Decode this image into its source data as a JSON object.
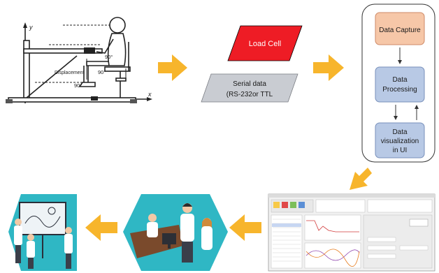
{
  "rig": {
    "y_axis": "y",
    "x_axis": "x",
    "displacement": "Displacement",
    "angle_knee_top": "90°",
    "angle_knee_mid": "90°",
    "angle_ankle": "90°"
  },
  "load_cell": {
    "label": "Load Cell",
    "fill": "#ee1c25"
  },
  "serial": {
    "line1": "Serial data",
    "line2": "(RS-232or TTL",
    "fill": "#c9ccd2"
  },
  "pipeline": {
    "capture": {
      "label": "Data Capture",
      "fill": "#f6c7a8",
      "stroke": "#ce8a67"
    },
    "processing": {
      "line1": "Data",
      "line2": "Processing",
      "fill": "#b8c9e5",
      "stroke": "#7890bb"
    },
    "visualization": {
      "line1": "Data",
      "line2": "visualization",
      "line3": "in UI",
      "fill": "#b8c9e5",
      "stroke": "#7890bb"
    }
  },
  "arrow_color": "#f7b52c"
}
